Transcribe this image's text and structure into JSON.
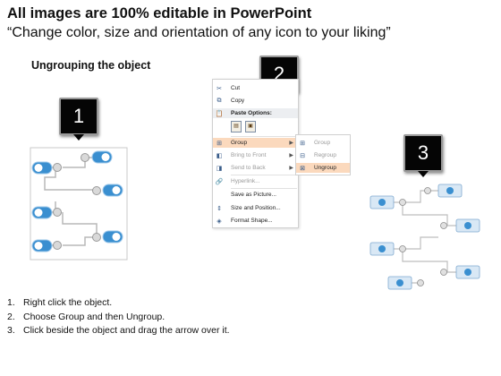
{
  "header": {
    "title": "All images are 100% editable in PowerPoint",
    "subtitle": "“Change color, size and orientation of any icon to your liking”"
  },
  "section_title": "Ungrouping the object",
  "badges": [
    "1",
    "2",
    "3"
  ],
  "context_menu": {
    "items": [
      {
        "label": "Cut",
        "icon": "scissors-icon",
        "glyph": "✂",
        "state": "enabled"
      },
      {
        "label": "Copy",
        "icon": "copy-icon",
        "glyph": "⧉",
        "state": "enabled"
      },
      {
        "label": "Paste Options:",
        "icon": "paste-icon",
        "glyph": "📋",
        "state": "header"
      },
      {
        "label": "Group",
        "icon": "group-icon",
        "glyph": "⊞",
        "state": "highlighted",
        "submenu": true
      },
      {
        "label": "Bring to Front",
        "icon": "bring-front-icon",
        "glyph": "◧",
        "state": "disabled",
        "submenu": true
      },
      {
        "label": "Send to Back",
        "icon": "send-back-icon",
        "glyph": "◨",
        "state": "disabled",
        "submenu": true
      },
      {
        "label": "Hyperlink...",
        "icon": "hyperlink-icon",
        "glyph": "🔗",
        "state": "disabled"
      },
      {
        "label": "Save as Picture...",
        "icon": "",
        "glyph": "",
        "state": "enabled"
      },
      {
        "label": "Size and Position...",
        "icon": "size-position-icon",
        "glyph": "⇕",
        "state": "enabled"
      },
      {
        "label": "Format Shape...",
        "icon": "format-shape-icon",
        "glyph": "◈",
        "state": "enabled"
      }
    ]
  },
  "submenu": {
    "items": [
      {
        "label": "Group",
        "state": "disabled"
      },
      {
        "label": "Regroup",
        "state": "disabled"
      },
      {
        "label": "Ungroup",
        "state": "highlighted"
      }
    ]
  },
  "steps": [
    {
      "num": "1.",
      "text": "Right click the object."
    },
    {
      "num": "2.",
      "text": "Choose Group and then Ungroup."
    },
    {
      "num": "3.",
      "text": "Click beside the object and drag the arrow over it."
    }
  ],
  "colors": {
    "accent_blue": "#3a8fd0",
    "highlight": "#fbd9bd",
    "badge_bg": "#050505"
  }
}
